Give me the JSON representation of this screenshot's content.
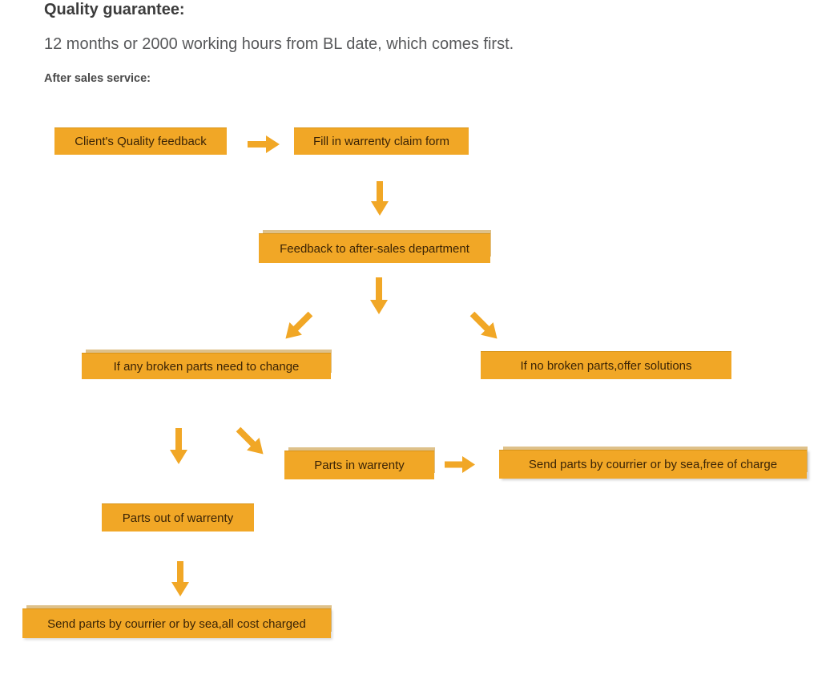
{
  "header": {
    "title": "Quality guarantee:",
    "subtitle": "12 months or 2000 working hours from BL date, which comes first.",
    "section": "After sales service:"
  },
  "colors": {
    "box_fill": "#F1A726",
    "box_top_line": "#D99417",
    "box_top_shade": "rgba(190,132,22,0.5)",
    "box_text": "#3B2406",
    "arrow": "#F1A726",
    "title_text": "#3C3C3C",
    "subtitle_text": "#58595B",
    "section_text": "#4A4A4A"
  },
  "flowchart": {
    "nodes": [
      {
        "id": "client-quality-feedback",
        "label": "Client's Quality feedback"
      },
      {
        "id": "fill-warranty-claim-form",
        "label": "Fill in warrenty claim form"
      },
      {
        "id": "feedback-after-sales",
        "label": "Feedback to after-sales department"
      },
      {
        "id": "broken-parts-need-change",
        "label": "If any broken parts need to change"
      },
      {
        "id": "no-broken-parts",
        "label": "If no broken parts,offer solutions"
      },
      {
        "id": "parts-in-warranty",
        "label": "Parts in warrenty"
      },
      {
        "id": "send-parts-free",
        "label": "Send parts by courrier or by sea,free of charge"
      },
      {
        "id": "parts-out-of-warranty",
        "label": "Parts out of warrenty"
      },
      {
        "id": "send-parts-charged",
        "label": "Send parts by courrier or by sea,all cost charged"
      }
    ],
    "connectors": [
      {
        "icon": "arrow-right-icon"
      },
      {
        "icon": "arrow-down-icon"
      },
      {
        "icon": "arrow-down-icon"
      },
      {
        "icon": "arrow-down-left-icon"
      },
      {
        "icon": "arrow-down-right-icon"
      },
      {
        "icon": "arrow-down-icon"
      },
      {
        "icon": "arrow-down-right-icon"
      },
      {
        "icon": "arrow-right-icon"
      },
      {
        "icon": "arrow-down-icon"
      }
    ]
  }
}
